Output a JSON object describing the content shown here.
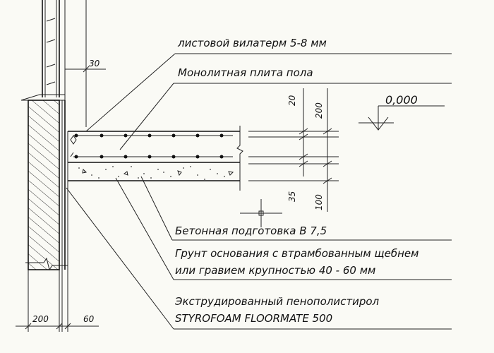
{
  "level_mark": "0,000",
  "callouts": [
    "листовой вилатерм 5-8 мм",
    "Монолитная плита пола",
    "Бетонная подготовка В 7,5",
    "Грунт основания с втрамбованным щебнем",
    "или гравием крупностью 40 - 60 мм",
    "Экструдированный пенополистирол",
    "STYROFOAM FLOORMATE 500"
  ],
  "dimensions": {
    "wall_gap": "30",
    "slab_cover": "20",
    "slab_total": "200",
    "prep_top": "35",
    "prep_total": "100",
    "wall_thickness": "200",
    "insulation_thickness": "60"
  }
}
